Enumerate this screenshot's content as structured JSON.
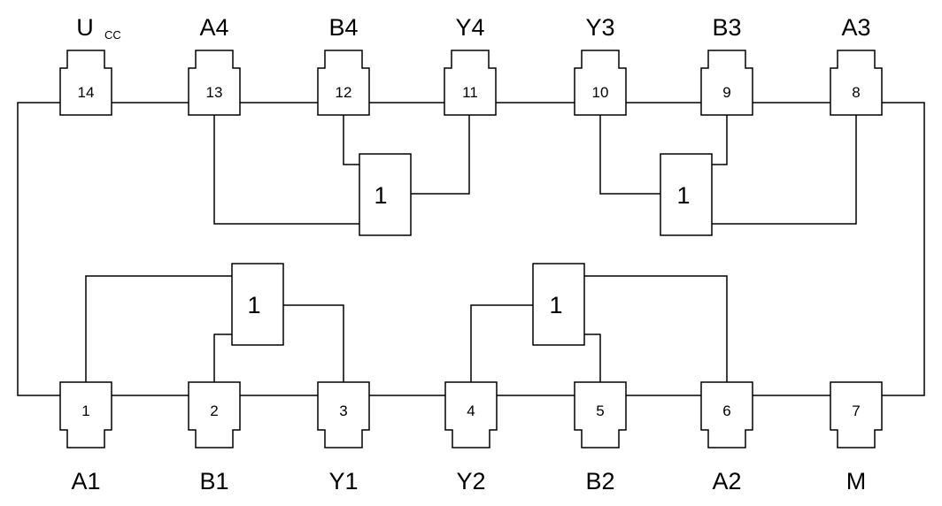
{
  "pins_top": [
    {
      "number": "14",
      "name": "U",
      "sub": "CC"
    },
    {
      "number": "13",
      "name": "A4",
      "sub": ""
    },
    {
      "number": "12",
      "name": "B4",
      "sub": ""
    },
    {
      "number": "11",
      "name": "Y4",
      "sub": ""
    },
    {
      "number": "10",
      "name": "Y3",
      "sub": ""
    },
    {
      "number": "9",
      "name": "B3",
      "sub": ""
    },
    {
      "number": "8",
      "name": "A3",
      "sub": ""
    }
  ],
  "pins_bottom": [
    {
      "number": "1",
      "name": "A1"
    },
    {
      "number": "2",
      "name": "B1"
    },
    {
      "number": "3",
      "name": "Y1"
    },
    {
      "number": "4",
      "name": "Y2"
    },
    {
      "number": "5",
      "name": "B2"
    },
    {
      "number": "6",
      "name": "A2"
    },
    {
      "number": "7",
      "name": "M"
    }
  ],
  "gates": [
    {
      "label": "1"
    },
    {
      "label": "1"
    },
    {
      "label": "1"
    },
    {
      "label": "1"
    }
  ]
}
